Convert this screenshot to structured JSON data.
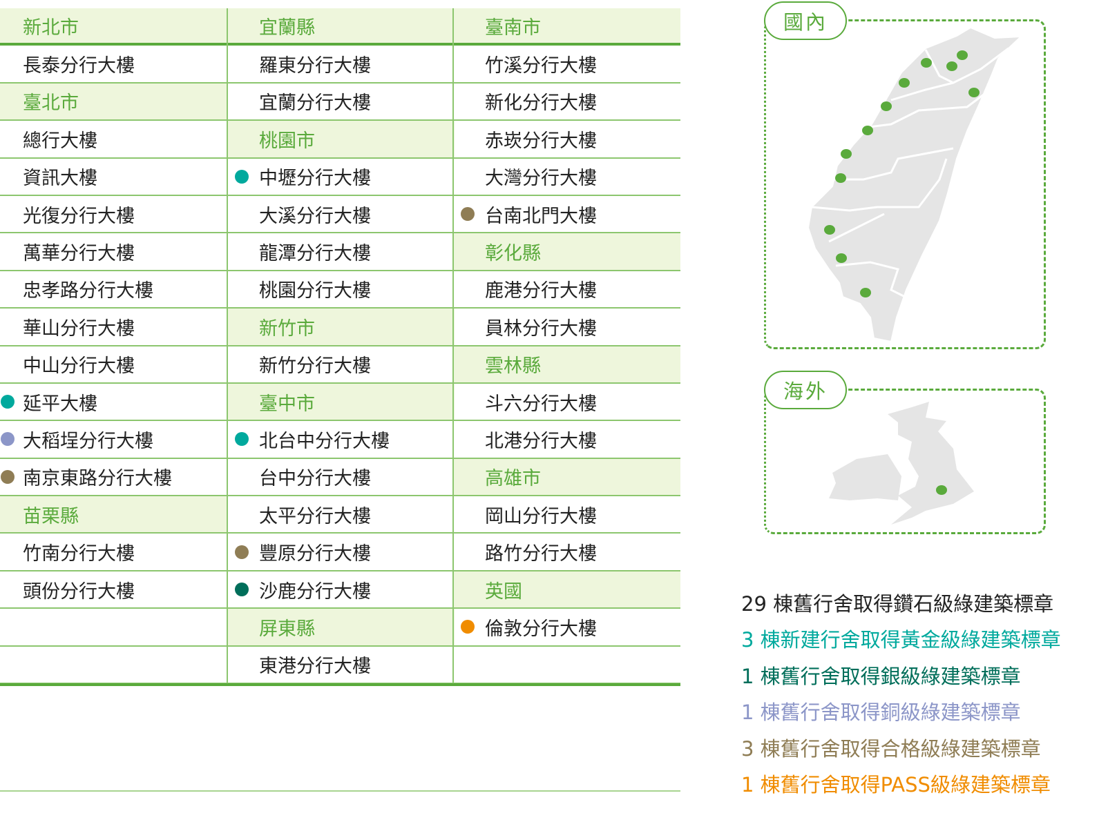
{
  "colors": {
    "accent": "#5aaa3c",
    "gold": "#00a99d",
    "silver": "#006e5a",
    "bronze": "#8c96c8",
    "certified": "#8f7d55",
    "pass": "#f08c00"
  },
  "columns": [
    [
      {
        "t": "新北市",
        "h": true
      },
      {
        "t": "長泰分行大樓"
      },
      {
        "t": "臺北市",
        "h": true
      },
      {
        "t": "總行大樓"
      },
      {
        "t": "資訊大樓"
      },
      {
        "t": "光復分行大樓"
      },
      {
        "t": "萬華分行大樓"
      },
      {
        "t": "忠孝路分行大樓"
      },
      {
        "t": "華山分行大樓"
      },
      {
        "t": "中山分行大樓"
      },
      {
        "t": "延平大樓",
        "d": "gold"
      },
      {
        "t": "大稻埕分行大樓",
        "d": "bronze"
      },
      {
        "t": "南京東路分行大樓",
        "d": "certified"
      },
      {
        "t": "苗栗縣",
        "h": true
      },
      {
        "t": "竹南分行大樓"
      },
      {
        "t": "頭份分行大樓"
      },
      {
        "t": ""
      },
      {
        "t": ""
      }
    ],
    [
      {
        "t": "宜蘭縣",
        "h": true
      },
      {
        "t": "羅東分行大樓"
      },
      {
        "t": "宜蘭分行大樓"
      },
      {
        "t": "桃園市",
        "h": true
      },
      {
        "t": "中壢分行大樓",
        "d": "gold"
      },
      {
        "t": "大溪分行大樓"
      },
      {
        "t": "龍潭分行大樓"
      },
      {
        "t": "桃園分行大樓"
      },
      {
        "t": "新竹市",
        "h": true
      },
      {
        "t": "新竹分行大樓"
      },
      {
        "t": "臺中市",
        "h": true
      },
      {
        "t": "北台中分行大樓",
        "d": "gold"
      },
      {
        "t": "台中分行大樓"
      },
      {
        "t": "太平分行大樓"
      },
      {
        "t": "豐原分行大樓",
        "d": "certified"
      },
      {
        "t": "沙鹿分行大樓",
        "d": "silver"
      },
      {
        "t": "屏東縣",
        "h": true
      },
      {
        "t": "東港分行大樓"
      }
    ],
    [
      {
        "t": "臺南市",
        "h": true
      },
      {
        "t": "竹溪分行大樓"
      },
      {
        "t": "新化分行大樓"
      },
      {
        "t": "赤崁分行大樓"
      },
      {
        "t": "大灣分行大樓"
      },
      {
        "t": "台南北門大樓",
        "d": "certified"
      },
      {
        "t": "彰化縣",
        "h": true
      },
      {
        "t": "鹿港分行大樓"
      },
      {
        "t": "員林分行大樓"
      },
      {
        "t": "雲林縣",
        "h": true
      },
      {
        "t": "斗六分行大樓"
      },
      {
        "t": "北港分行大樓"
      },
      {
        "t": "高雄市",
        "h": true
      },
      {
        "t": "岡山分行大樓"
      },
      {
        "t": "路竹分行大樓"
      },
      {
        "t": "英國",
        "h": true
      },
      {
        "t": "倫敦分行大樓",
        "d": "pass"
      },
      {
        "t": ""
      }
    ]
  ],
  "maps": {
    "domestic_label": "國內",
    "overseas_label": "海外"
  },
  "legend": [
    {
      "text": "29 棟舊行舍取得鑽石級綠建築標章",
      "color": "#222222"
    },
    {
      "text": "3 棟新建行舍取得黃金級綠建築標章",
      "color": "#00a99d"
    },
    {
      "text": "1 棟舊行舍取得銀級綠建築標章",
      "color": "#006e5a"
    },
    {
      "text": "1 棟舊行舍取得銅級綠建築標章",
      "color": "#8c96c8"
    },
    {
      "text": "3 棟舊行舍取得合格級綠建築標章",
      "color": "#8f7d55"
    },
    {
      "text": "1 棟舊行舍取得PASS級綠建築標章",
      "color": "#f08c00"
    }
  ]
}
